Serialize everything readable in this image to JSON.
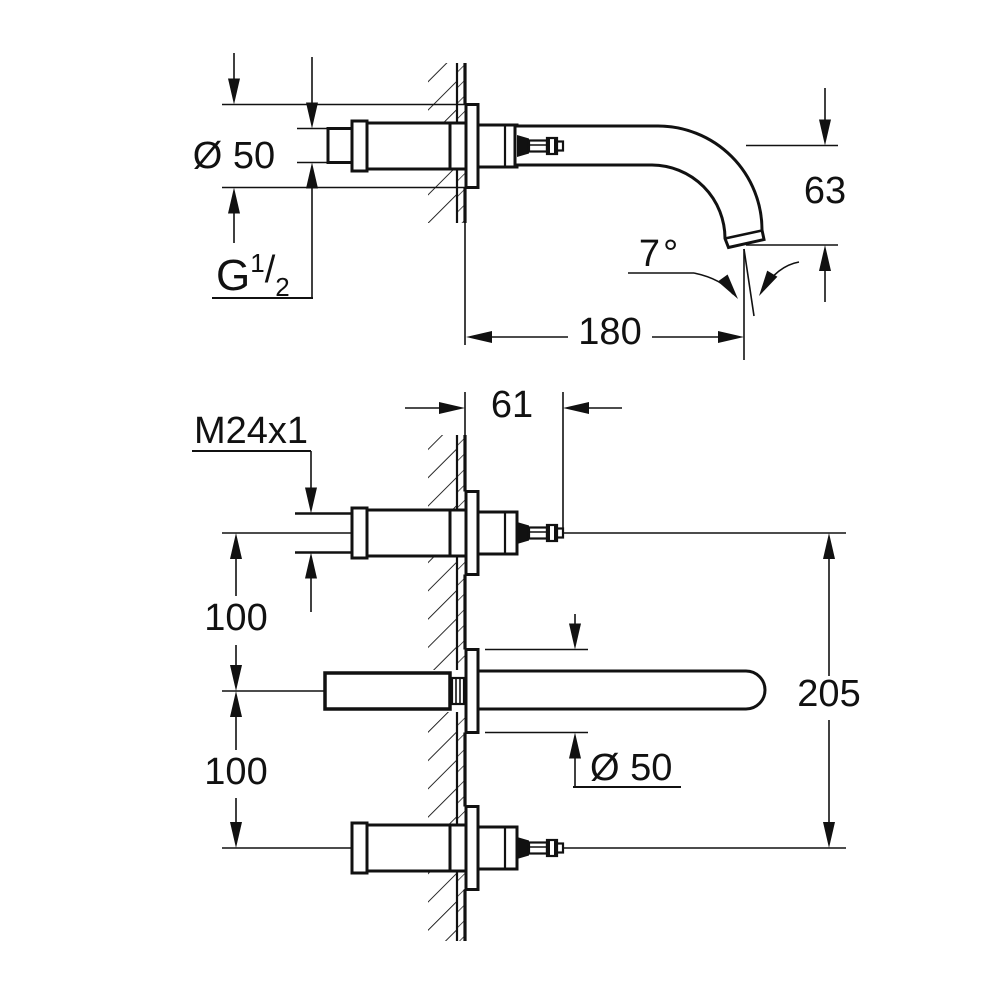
{
  "drawing": {
    "background": "#ffffff",
    "line_color": "#111111",
    "side_view": {
      "escutcheon_diameter_label": "Ø 50",
      "thread_letter": "G",
      "thread_numerator": "1",
      "thread_slash": "/",
      "thread_denominator": "2",
      "spout_drop_label": "63",
      "outlet_angle_label": "7°",
      "spout_projection_label": "180"
    },
    "front_view": {
      "wall_depth_label": "61",
      "thread_label": "M24x1",
      "upper_spacing_label": "100",
      "lower_spacing_label": "100",
      "escutcheon_diameter_label": "Ø 50",
      "overall_span_label": "205"
    }
  }
}
